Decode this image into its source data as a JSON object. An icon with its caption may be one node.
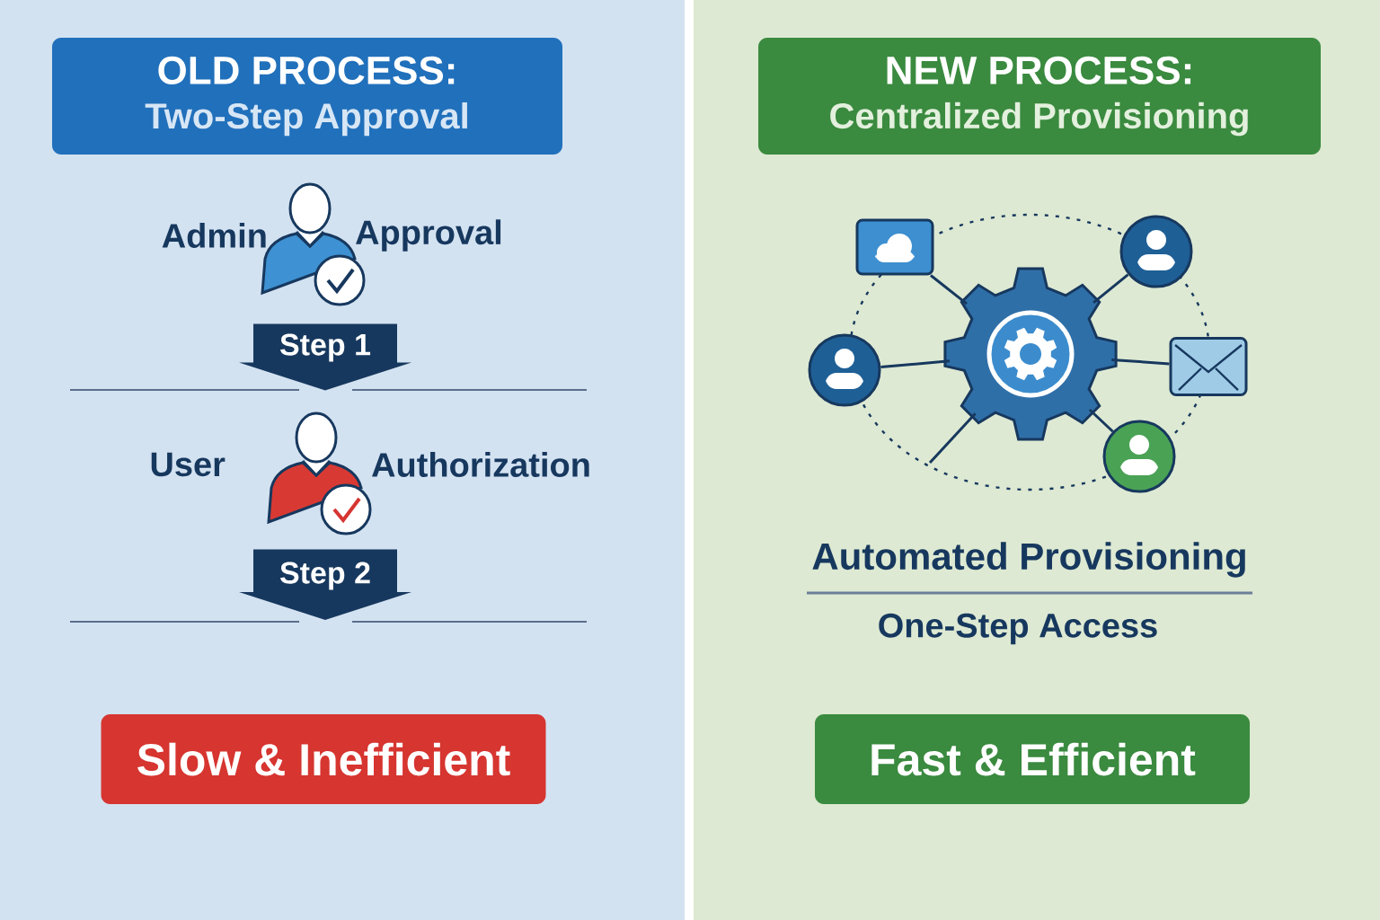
{
  "diagram": {
    "nodes": [
      {
        "text": [
          "OLD PROCESS:",
          "Two-Step Approval"
        ]
      },
      {
        "text": [
          "NEW PROCESS:",
          "Centralized Provisioning"
        ]
      },
      {
        "text": [],
        "shape": "person",
        "beside": [
          "Admin",
          "Approval"
        ]
      },
      {
        "text": [],
        "shape": "person",
        "beside": [
          "User",
          "Authorization"
        ]
      },
      {
        "text": [
          "Slow & Inefficient"
        ]
      },
      {
        "text": [
          "Fast & Efficient"
        ]
      },
      {
        "text": [],
        "shape": "picture"
      },
      {
        "text": [],
        "shape": "circle"
      },
      {
        "text": [],
        "shape": "circle"
      },
      {
        "text": [],
        "shape": "picture"
      },
      {
        "text": [],
        "shape": "picture"
      },
      {
        "text": [],
        "shape": "circle"
      }
    ],
    "edges": [
      {
        "from": 2,
        "to": 3,
        "arrow": "to",
        "label": "Step 1",
        "style": "thick"
      },
      {
        "from": 3,
        "to": null,
        "arrow": "to",
        "label": "Step 2",
        "style": "thick"
      },
      {
        "from": 9,
        "to": 6,
        "arrow": "none"
      },
      {
        "from": 9,
        "to": 7,
        "arrow": "none"
      },
      {
        "from": 9,
        "to": 8,
        "arrow": "none"
      },
      {
        "from": 9,
        "to": 10,
        "arrow": "none"
      },
      {
        "from": 9,
        "to": 11,
        "arrow": "none"
      },
      {
        "from": 9,
        "to": null,
        "arrow": "none"
      }
    ],
    "labels": [
      "Automated Provisioning",
      "One-Step Access"
    ]
  }
}
